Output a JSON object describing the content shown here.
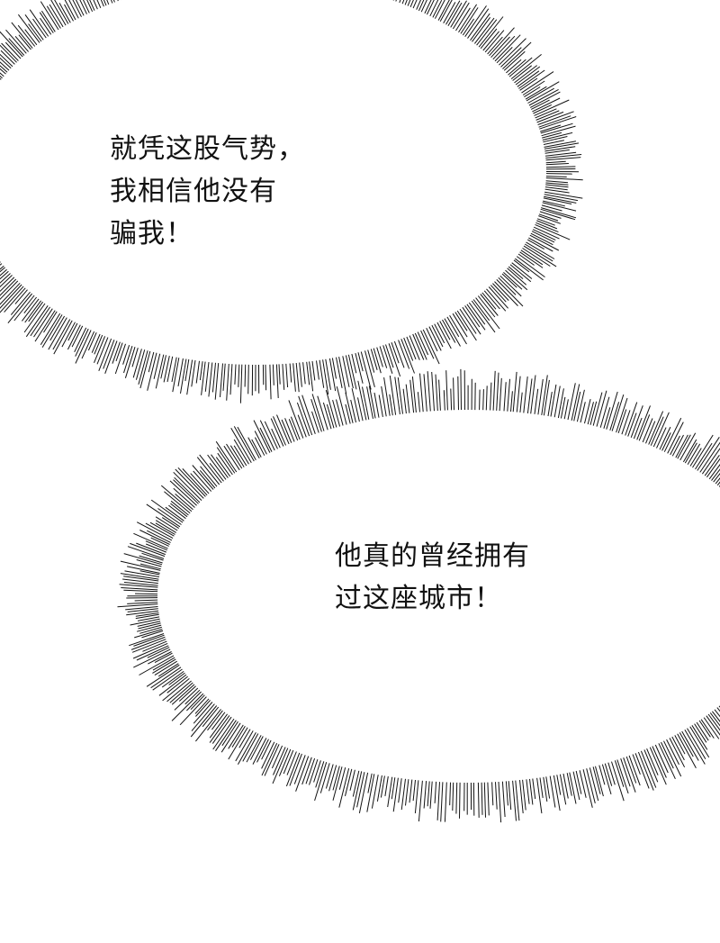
{
  "bubbles": [
    {
      "lines": [
        "就凭这股气势，",
        "我相信他没有",
        "骗我！"
      ]
    },
    {
      "lines": [
        "他真的曾经拥有",
        "过这座城市！"
      ]
    }
  ],
  "colors": {
    "background": "#ffffff",
    "ink": "#111111"
  }
}
